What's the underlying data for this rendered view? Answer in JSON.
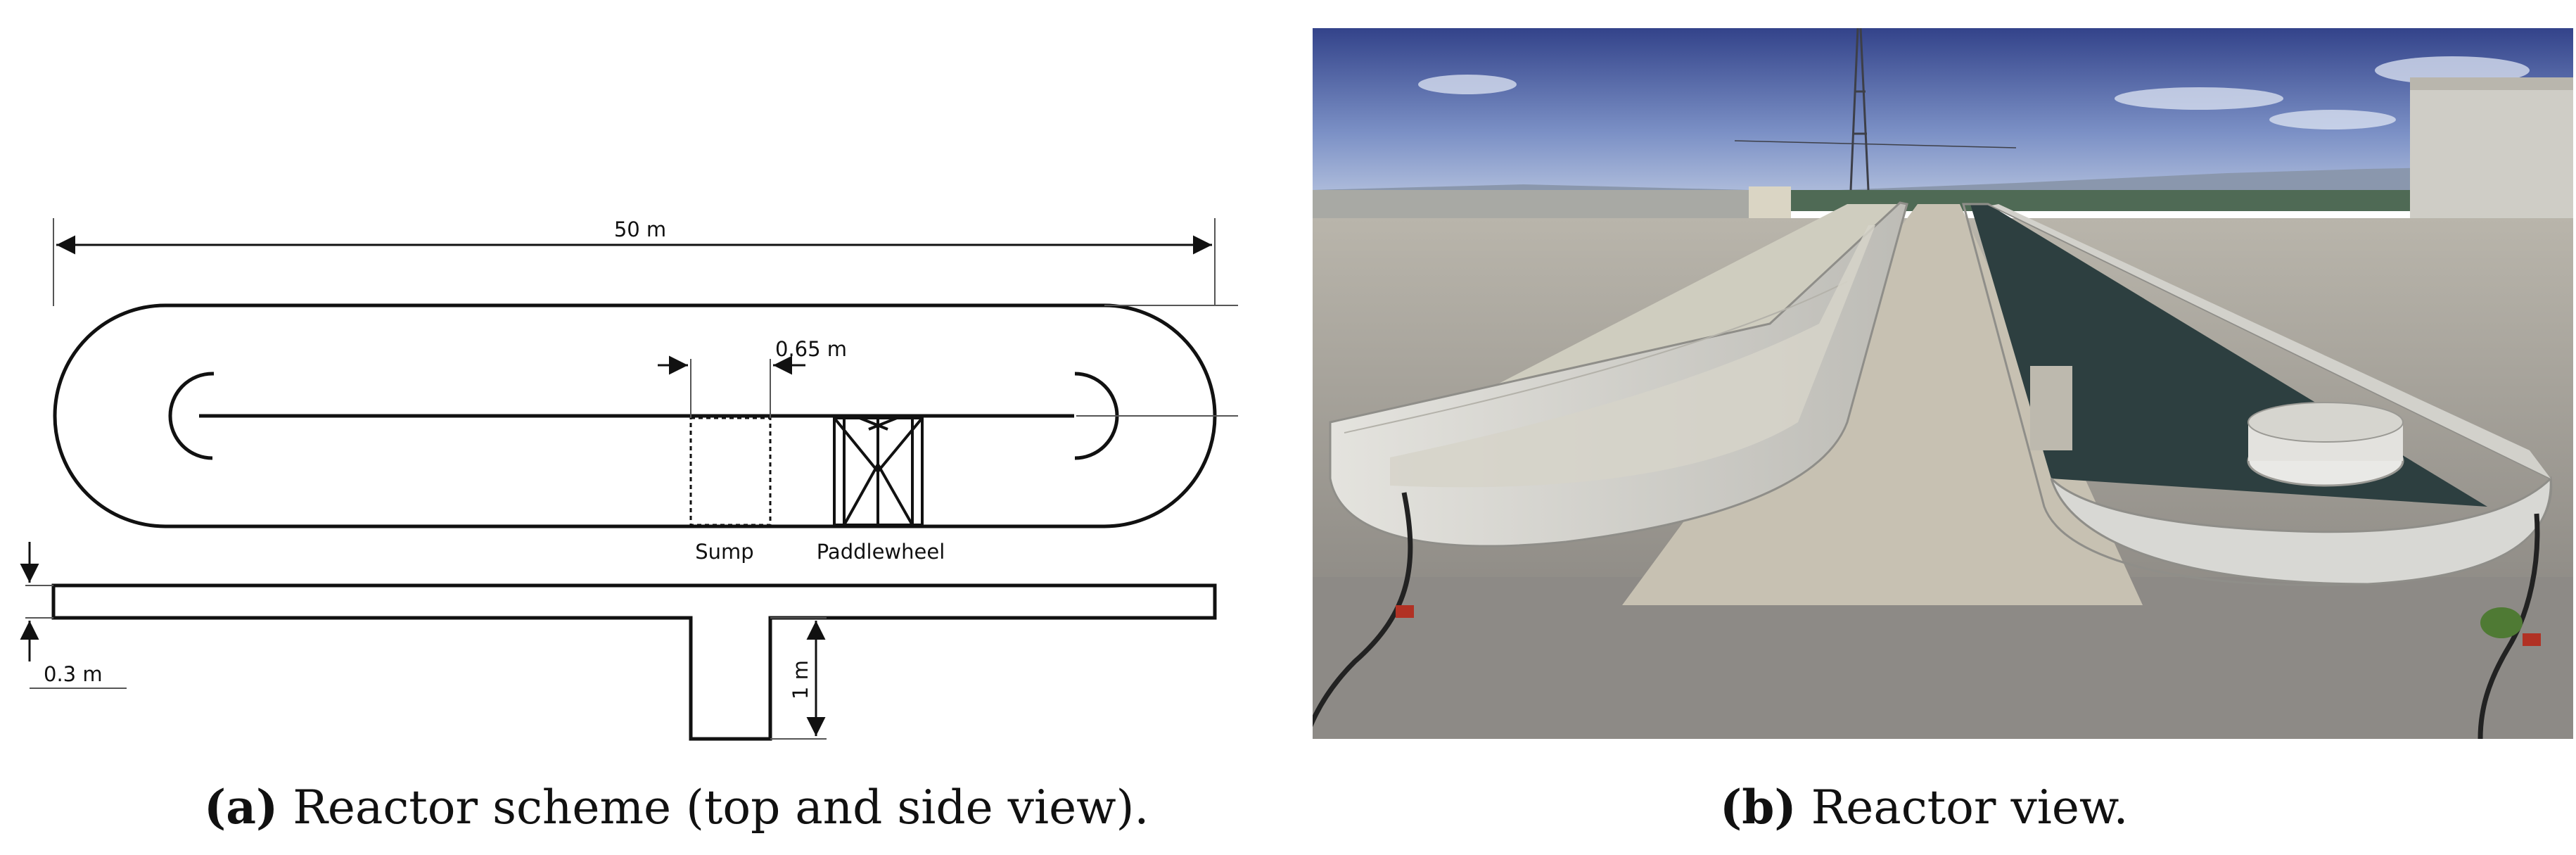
{
  "scheme": {
    "dim_length": "50 m",
    "dim_width": "1 m",
    "dim_sump": "0.65 m",
    "dim_depth": "0.3 m",
    "dim_sump_depth": "1 m",
    "label_sump": "Sump",
    "label_paddlewheel": "Paddlewheel"
  },
  "captions": {
    "a_tag": "(a)",
    "a_text": "Reactor scheme (top and side view).",
    "b_tag": "(b)",
    "b_text": "Reactor view."
  },
  "colors": {
    "line": "#111111",
    "sky_top": "#3a4a8c",
    "sky_bottom": "#9fb3d8",
    "concrete": "#c9c6bd",
    "gravel": "#8a8783",
    "water": "#2b3d3e",
    "tank_wall": "#d9d9d6"
  }
}
